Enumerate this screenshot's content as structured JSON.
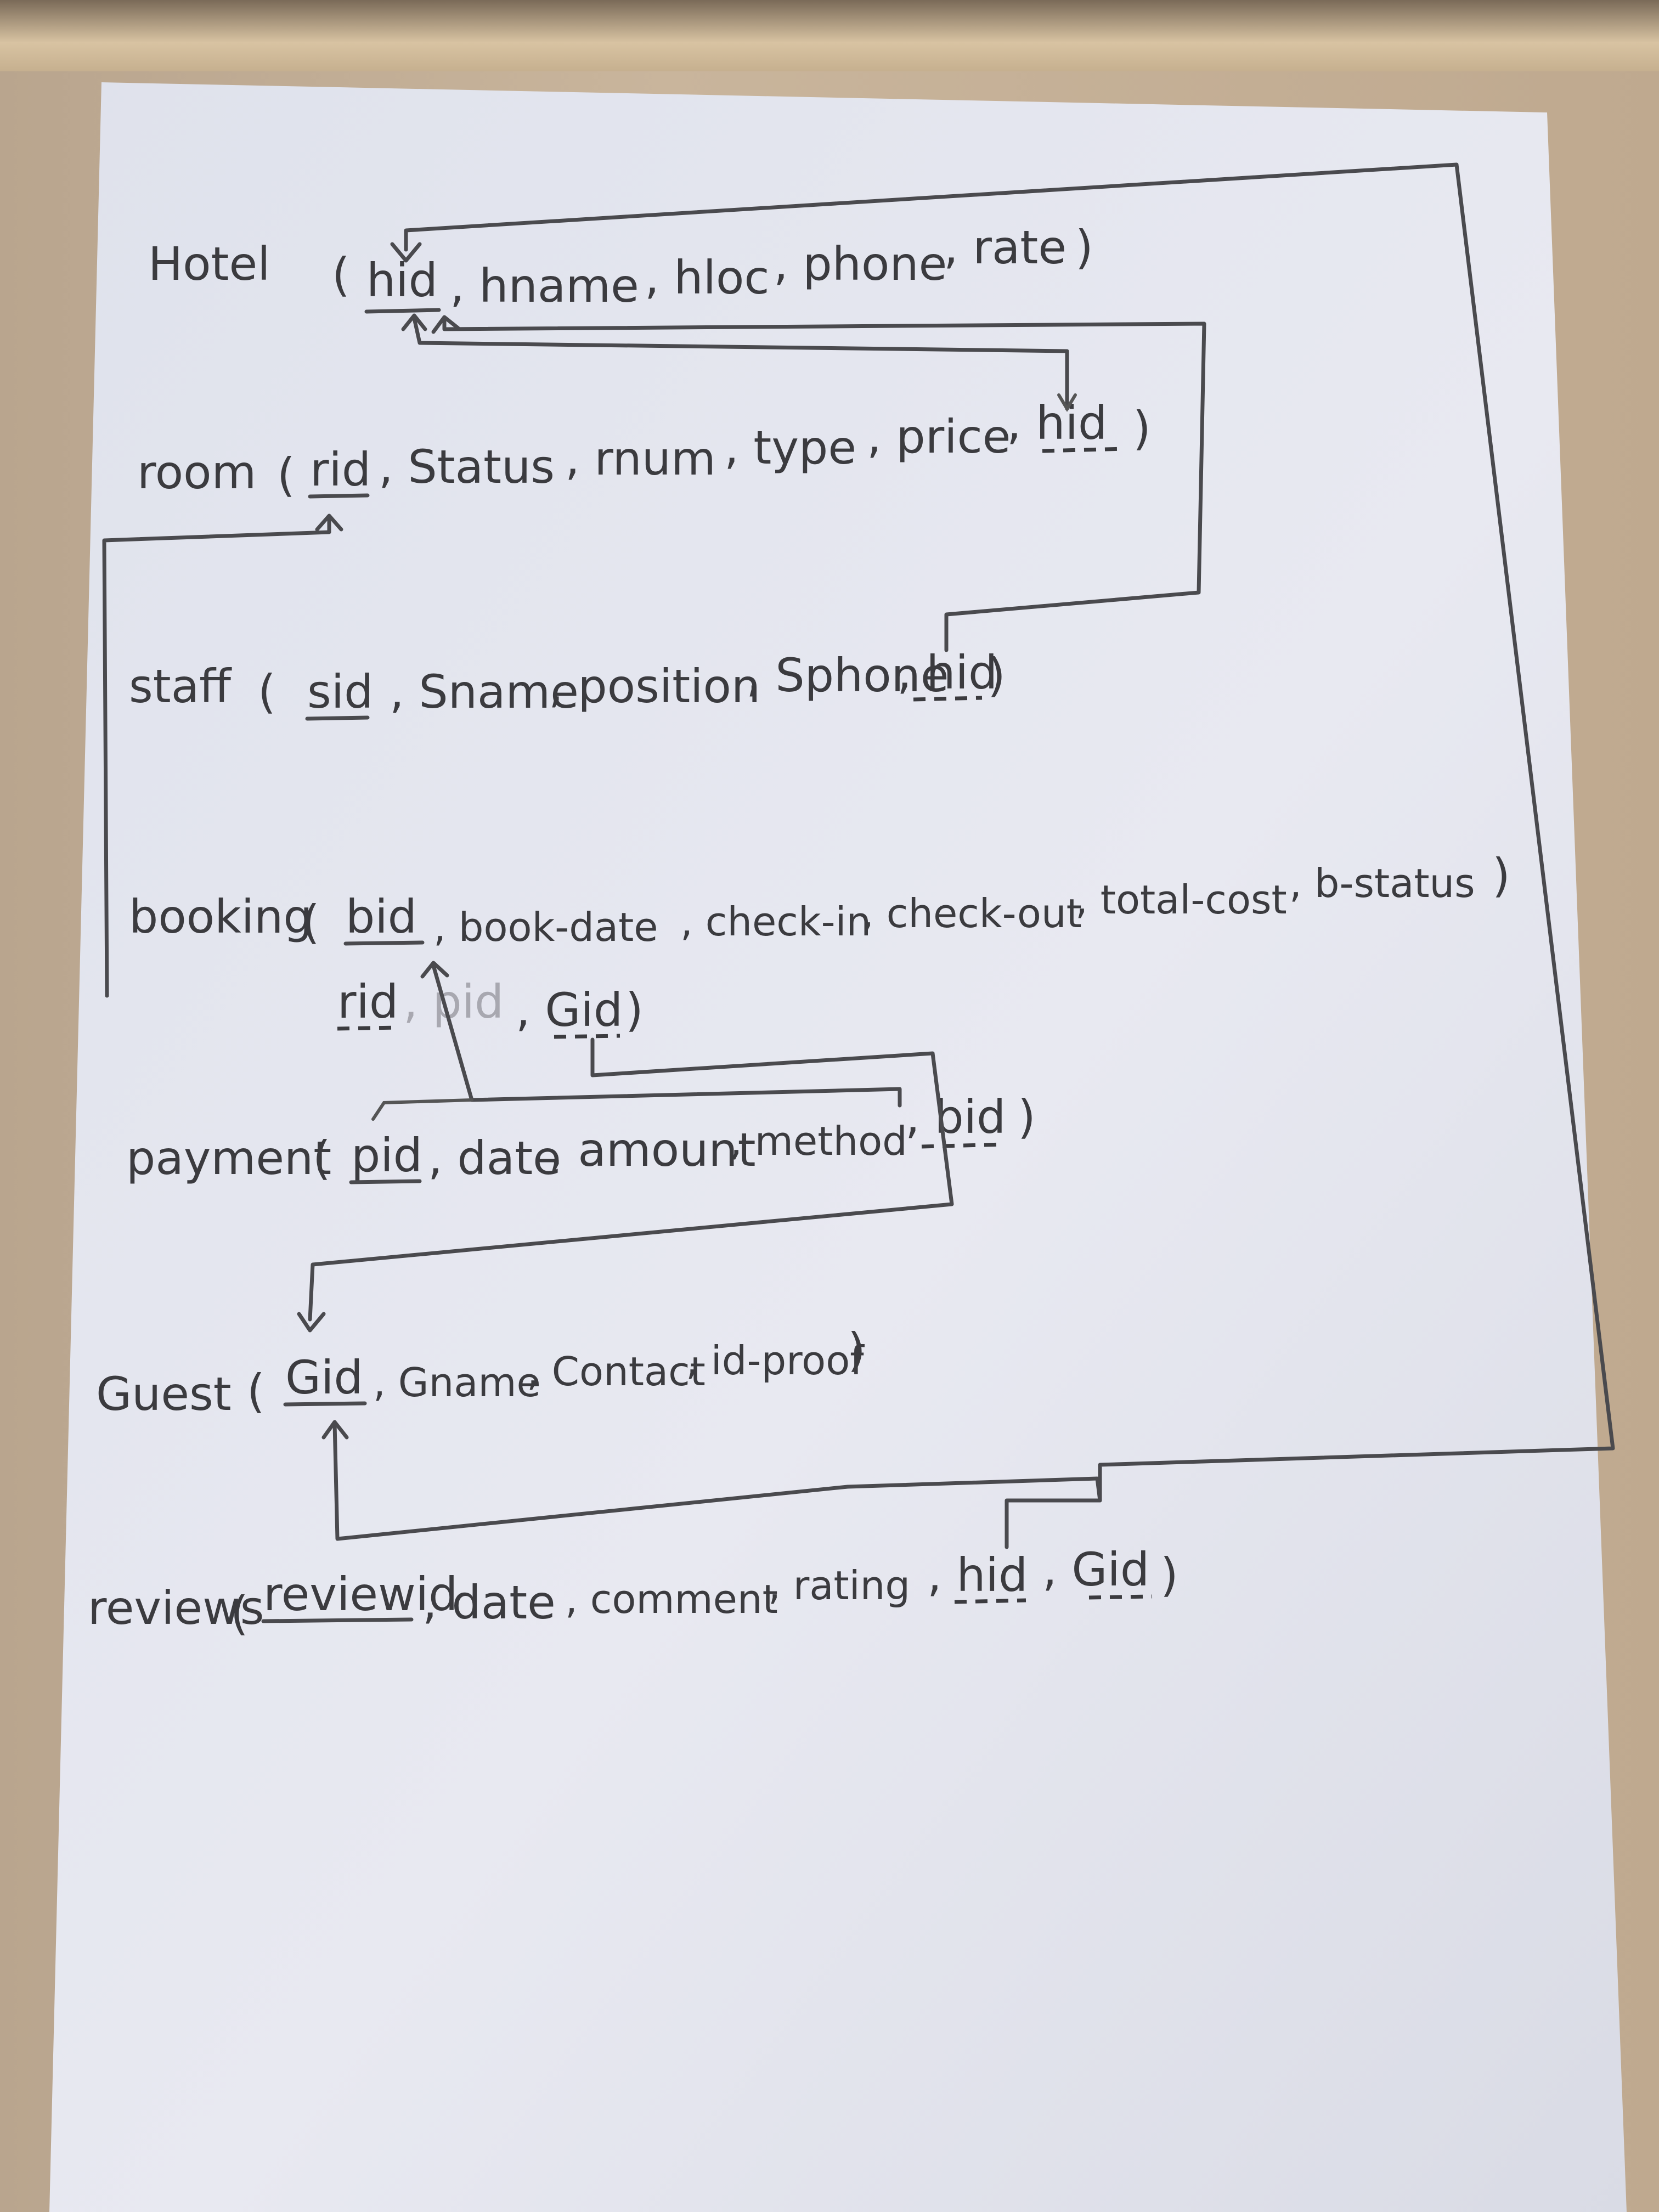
{
  "relations": [
    {
      "name": "Hotel",
      "open": "(",
      "attrs": [
        "hid",
        ", hname",
        ", hloc",
        ", phone",
        ", rate"
      ],
      "close": ")"
    },
    {
      "name": "room",
      "open": "(",
      "attrs": [
        "rid",
        ", Status",
        ", rnum",
        ", type",
        ", price",
        ", hid"
      ],
      "close": ")"
    },
    {
      "name": "staff",
      "open": "(",
      "attrs": [
        "sid",
        ", Sname",
        ", position",
        ", Sphone",
        ", hid"
      ],
      "close": ")"
    },
    {
      "name": "booking",
      "open": "(",
      "attrs": [
        "bid",
        ", book-date",
        ", check-in",
        ", check-out",
        ", total-cost",
        ", b-status",
        "rid",
        ", pid",
        ", Gid"
      ],
      "close": ")"
    },
    {
      "name": "payment",
      "open": "(",
      "attrs": [
        "pid",
        ", date",
        ", amount",
        ", method",
        ", bid"
      ],
      "close": ")"
    },
    {
      "name": "Guest",
      "open": "(",
      "attrs": [
        "Gid",
        ", Gname",
        ", Contact",
        ", id-proof"
      ],
      "close": ")"
    },
    {
      "name": "reviews",
      "open": "(",
      "attrs": [
        "reviewid",
        ", date",
        ", comment",
        ", rating",
        ", hid",
        ", Gid"
      ],
      "close": ")"
    }
  ],
  "colors": {
    "ink": "#4a4a4e",
    "paper": "#e4e6ee",
    "desk": "#c6b08f"
  }
}
